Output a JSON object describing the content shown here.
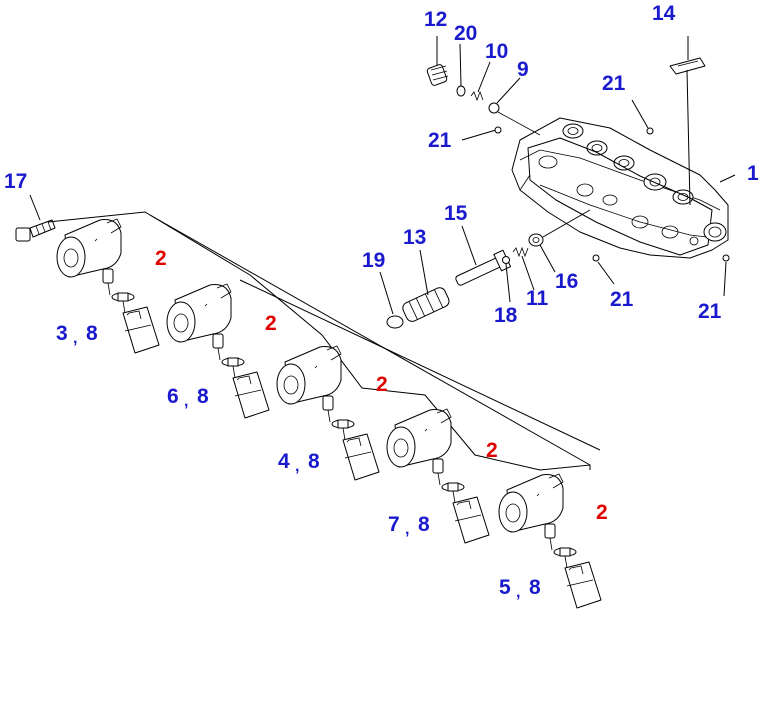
{
  "colors": {
    "callout_blue": "#1a1acd",
    "callout_red": "#e00000",
    "line": "#000000",
    "background": "#ffffff"
  },
  "callouts": {
    "c12": "12",
    "c20": "20",
    "c10": "10",
    "c9": "9",
    "c14": "14",
    "c21a": "21",
    "c21b": "21",
    "c21c": "21",
    "c21d": "21",
    "c1": "1",
    "c17": "17",
    "c15": "15",
    "c13": "13",
    "c19": "19",
    "c11": "11",
    "c16": "16",
    "c18": "18",
    "s1": "2",
    "s2": "2",
    "s3": "2",
    "s4": "2",
    "s5": "2",
    "p1a": "3",
    "p1b": "8",
    "p2a": "6",
    "p2b": "8",
    "p3a": "4",
    "p3b": "8",
    "p4a": "7",
    "p4b": "8",
    "p5a": "5",
    "p5b": "8",
    "sep": ","
  }
}
